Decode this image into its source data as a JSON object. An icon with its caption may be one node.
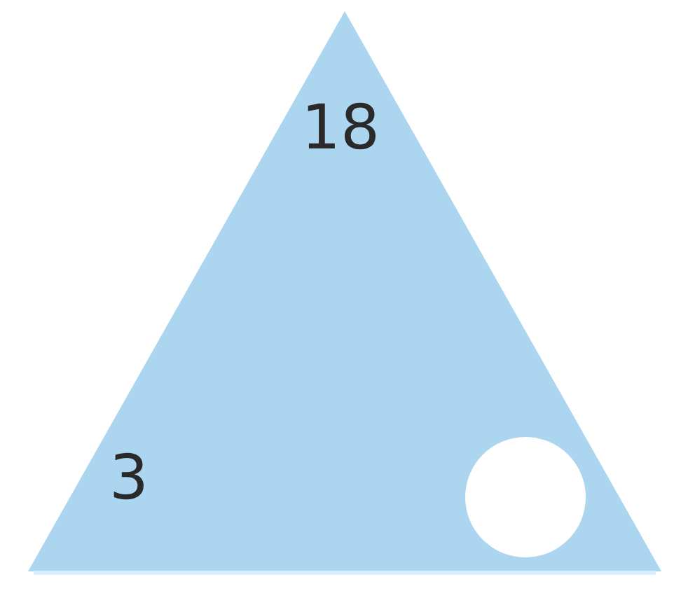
{
  "diagram": {
    "nodes": [
      {
        "text": [
          "18",
          "3"
        ]
      },
      {
        "text": [],
        "shape": "circle",
        "in": 0
      }
    ]
  }
}
